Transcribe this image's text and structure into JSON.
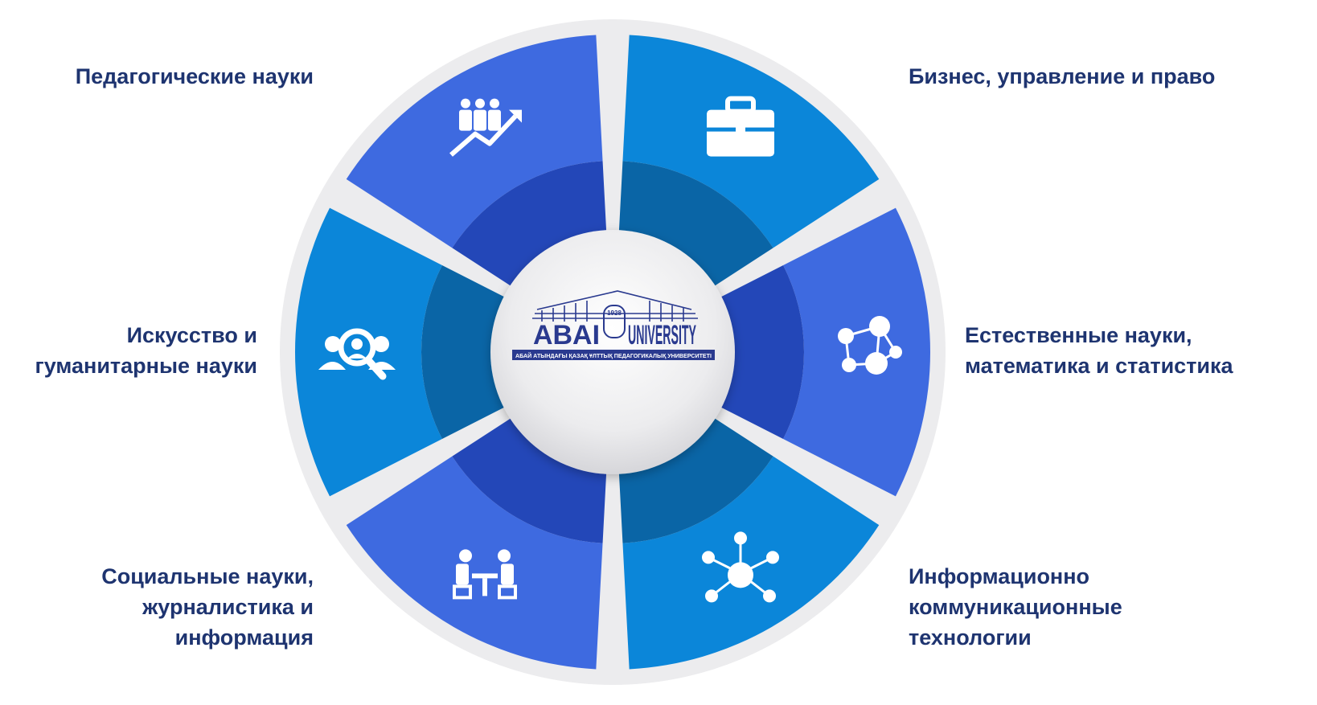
{
  "center_logo": {
    "wordmark_left": "ABAI",
    "wordmark_right": "UNIVERSITY",
    "year": "1928",
    "subtitle": "АБАЙ АТЫНДАҒЫ ҚАЗАҚ ҰЛТТЫҚ ПЕДАГОГИКАЛЫҚ УНИВЕРСИТЕТІ"
  },
  "segments": [
    {
      "id": "business",
      "lines": [
        "Бизнес, управление и право"
      ],
      "icon": "briefcase-icon",
      "outer_color": "#0b86d9",
      "inner_color": "#0a65a6"
    },
    {
      "id": "natural",
      "lines": [
        "Естественные науки,",
        "математика и статистика"
      ],
      "icon": "network-people-icon",
      "outer_color": "#3e6ae0",
      "inner_color": "#2347b8"
    },
    {
      "id": "ict",
      "lines": [
        "Информационно",
        "коммуникационные",
        "технологии"
      ],
      "icon": "hub-person-icon",
      "outer_color": "#0b86d9",
      "inner_color": "#0a65a6"
    },
    {
      "id": "social",
      "lines": [
        "Социальные науки,",
        "журналистика и",
        "информация"
      ],
      "icon": "meeting-table-icon",
      "outer_color": "#3e6ae0",
      "inner_color": "#2347b8"
    },
    {
      "id": "arts",
      "lines": [
        "Искусство и",
        "гуманитарные науки"
      ],
      "icon": "search-group-icon",
      "outer_color": "#0b86d9",
      "inner_color": "#0a65a6"
    },
    {
      "id": "pedagogy",
      "lines": [
        "Педагогические науки"
      ],
      "icon": "people-growth-icon",
      "outer_color": "#3e6ae0",
      "inner_color": "#2347b8"
    }
  ],
  "colors": {
    "ring_background": "#ececee",
    "label_text": "#1e3470",
    "logo_blue": "#2a3a8f",
    "center_fill": "#e6e6e8"
  }
}
